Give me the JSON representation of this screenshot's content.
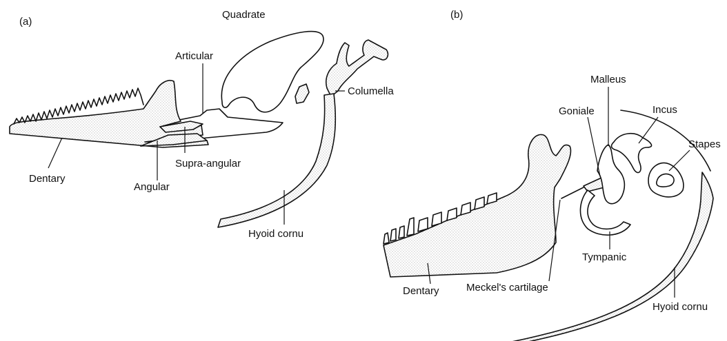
{
  "figure": {
    "panel_a": {
      "tag": "(a)",
      "labels": {
        "quadrate": "Quadrate",
        "articular": "Articular",
        "columella": "Columella",
        "dentary": "Dentary",
        "supra_angular": "Supra-angular",
        "angular": "Angular",
        "hyoid_cornu": "Hyoid cornu"
      }
    },
    "panel_b": {
      "tag": "(b)",
      "labels": {
        "malleus": "Malleus",
        "goniale": "Goniale",
        "incus": "Incus",
        "stapes": "Stapes",
        "tympanic": "Tympanic",
        "dentary": "Dentary",
        "meckels_cartilage": "Meckel's cartilage",
        "hyoid_cornu": "Hyoid cornu"
      }
    }
  }
}
